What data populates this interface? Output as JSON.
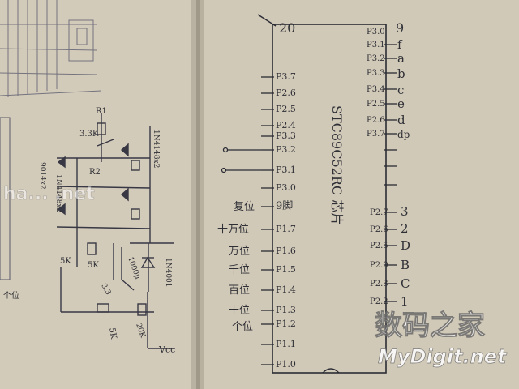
{
  "schematic": {
    "ic_label": "STC89C52RC 芯片",
    "pin_top_left": "20",
    "pin_top_right": "9",
    "left_pins": [
      "P3.7",
      "P2.6",
      "P2.5",
      "P2.4",
      "P3.3",
      "P3.2",
      "P3.1",
      "P3.0",
      "9脚",
      "P1.7",
      "P1.6",
      "P1.5",
      "P1.4",
      "P1.3",
      "P1.2",
      "P1.1",
      "P1.0"
    ],
    "left_labels": [
      "复位",
      "十万位",
      "万位",
      "千位",
      "百位",
      "十位",
      "个位"
    ],
    "right_pins": [
      "P3.0",
      "P3.1",
      "P3.2",
      "P3.3",
      "P3.4",
      "P2.5",
      "P2.6",
      "P3.7",
      "P2.7",
      "P2.6",
      "P2.5",
      "P2.0",
      "P2.3",
      "P2.2"
    ],
    "right_labels": [
      "f",
      "a",
      "b",
      "c",
      "e",
      "d",
      "dp",
      "3",
      "2",
      "D",
      "B",
      "C",
      "1"
    ],
    "left_circuit_labels": [
      "R1",
      "3.3K",
      "1N4148x2",
      "1N4148x2",
      "9014x2",
      "R2",
      "5K",
      "5K",
      "5K",
      "1000μ",
      "1N4001",
      "20K",
      "3.3",
      "Vcc",
      "个位"
    ]
  },
  "watermarks": {
    "top": "ha...  .net",
    "brand_cn": "数码之家",
    "brand_en": "MyDigit.net"
  }
}
